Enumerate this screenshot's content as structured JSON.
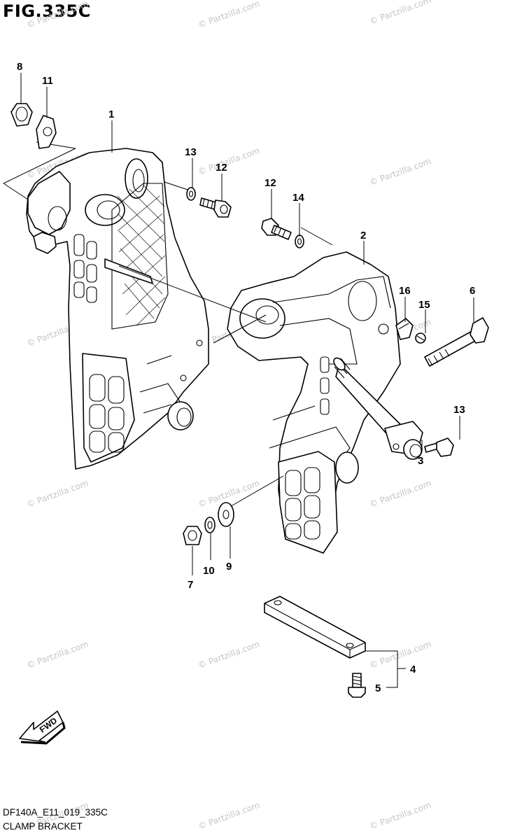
{
  "figure": {
    "title": "FIG.335C",
    "code": "DF140A_E11_019_335C",
    "name": "CLAMP BRACKET"
  },
  "watermark": "© Partzilla.com",
  "fwd_label": "FWD",
  "callouts": [
    "1",
    "2",
    "3",
    "4",
    "5",
    "6",
    "7",
    "8",
    "9",
    "10",
    "11",
    "12",
    "12",
    "13",
    "13",
    "14",
    "15",
    "16"
  ]
}
